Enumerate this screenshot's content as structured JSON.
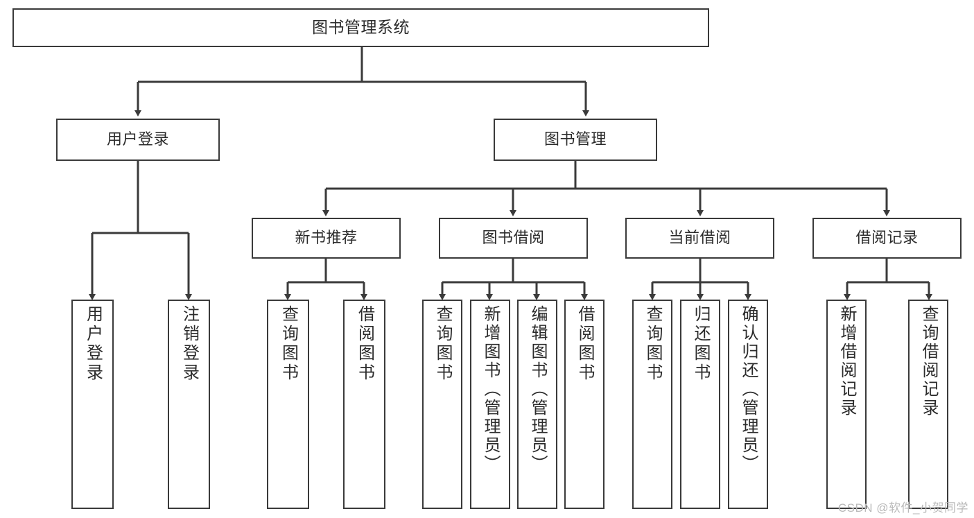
{
  "diagram": {
    "type": "tree-hierarchy",
    "title": "图书管理系统",
    "stroke_color": "#3a3a3a",
    "text_color": "#2b2b2b",
    "background": "#ffffff",
    "root": {
      "label": "图书管理系统"
    },
    "level2": [
      {
        "label": "用户登录"
      },
      {
        "label": "图书管理"
      }
    ],
    "level3": [
      {
        "label": "新书推荐"
      },
      {
        "label": "图书借阅"
      },
      {
        "label": "当前借阅"
      },
      {
        "label": "借阅记录"
      }
    ],
    "leaves": {
      "user_login": [
        {
          "label": "用户登录"
        },
        {
          "label": "注销登录"
        }
      ],
      "new_book_recommend": [
        {
          "label": "查询图书"
        },
        {
          "label": "借阅图书"
        }
      ],
      "book_borrow": [
        {
          "label": "查询图书"
        },
        {
          "label": "新增图书（管理员）"
        },
        {
          "label": "编辑图书（管理员）"
        },
        {
          "label": "借阅图书"
        }
      ],
      "current_borrow": [
        {
          "label": "查询图书"
        },
        {
          "label": "归还图书"
        },
        {
          "label": "确认归还（管理员）"
        }
      ],
      "borrow_record": [
        {
          "label": "新增借阅记录"
        },
        {
          "label": "查询借阅记录"
        }
      ]
    }
  },
  "watermark": {
    "text": "CSDN @软件_小贺同学"
  }
}
